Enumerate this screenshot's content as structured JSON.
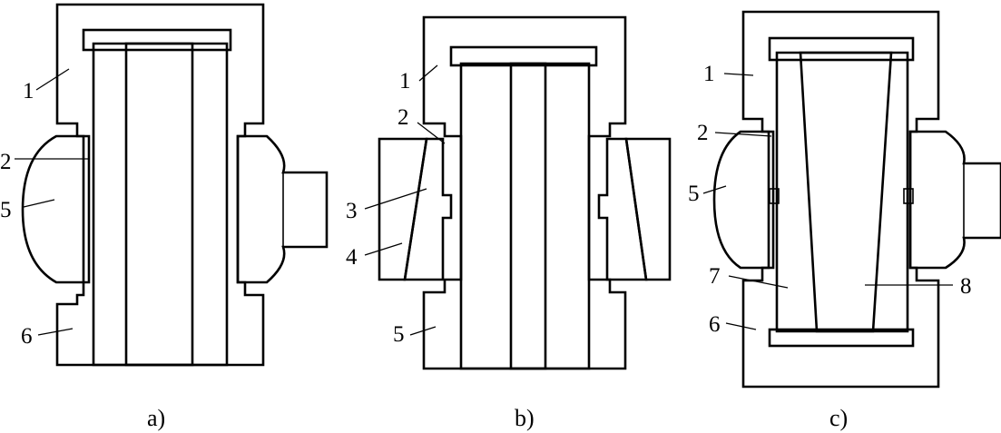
{
  "figures": [
    {
      "id": "a",
      "caption": "a)",
      "labels": [
        {
          "part": "housing-top",
          "text": "1"
        },
        {
          "part": "sleeve",
          "text": "2"
        },
        {
          "part": "workpiece",
          "text": "5"
        },
        {
          "part": "housing-bottom",
          "text": "6"
        }
      ]
    },
    {
      "id": "b",
      "caption": "b)",
      "labels": [
        {
          "part": "housing-top",
          "text": "1"
        },
        {
          "part": "sleeve",
          "text": "2"
        },
        {
          "part": "inner-ring",
          "text": "3"
        },
        {
          "part": "outer-ring",
          "text": "4"
        },
        {
          "part": "housing-bottom",
          "text": "5"
        }
      ]
    },
    {
      "id": "c",
      "caption": "c)",
      "labels": [
        {
          "part": "housing-top",
          "text": "1"
        },
        {
          "part": "sleeve",
          "text": "2"
        },
        {
          "part": "workpiece",
          "text": "5"
        },
        {
          "part": "housing-bottom",
          "text": "6"
        },
        {
          "part": "liner",
          "text": "7"
        },
        {
          "part": "taper-mandrel",
          "text": "8"
        }
      ]
    }
  ]
}
